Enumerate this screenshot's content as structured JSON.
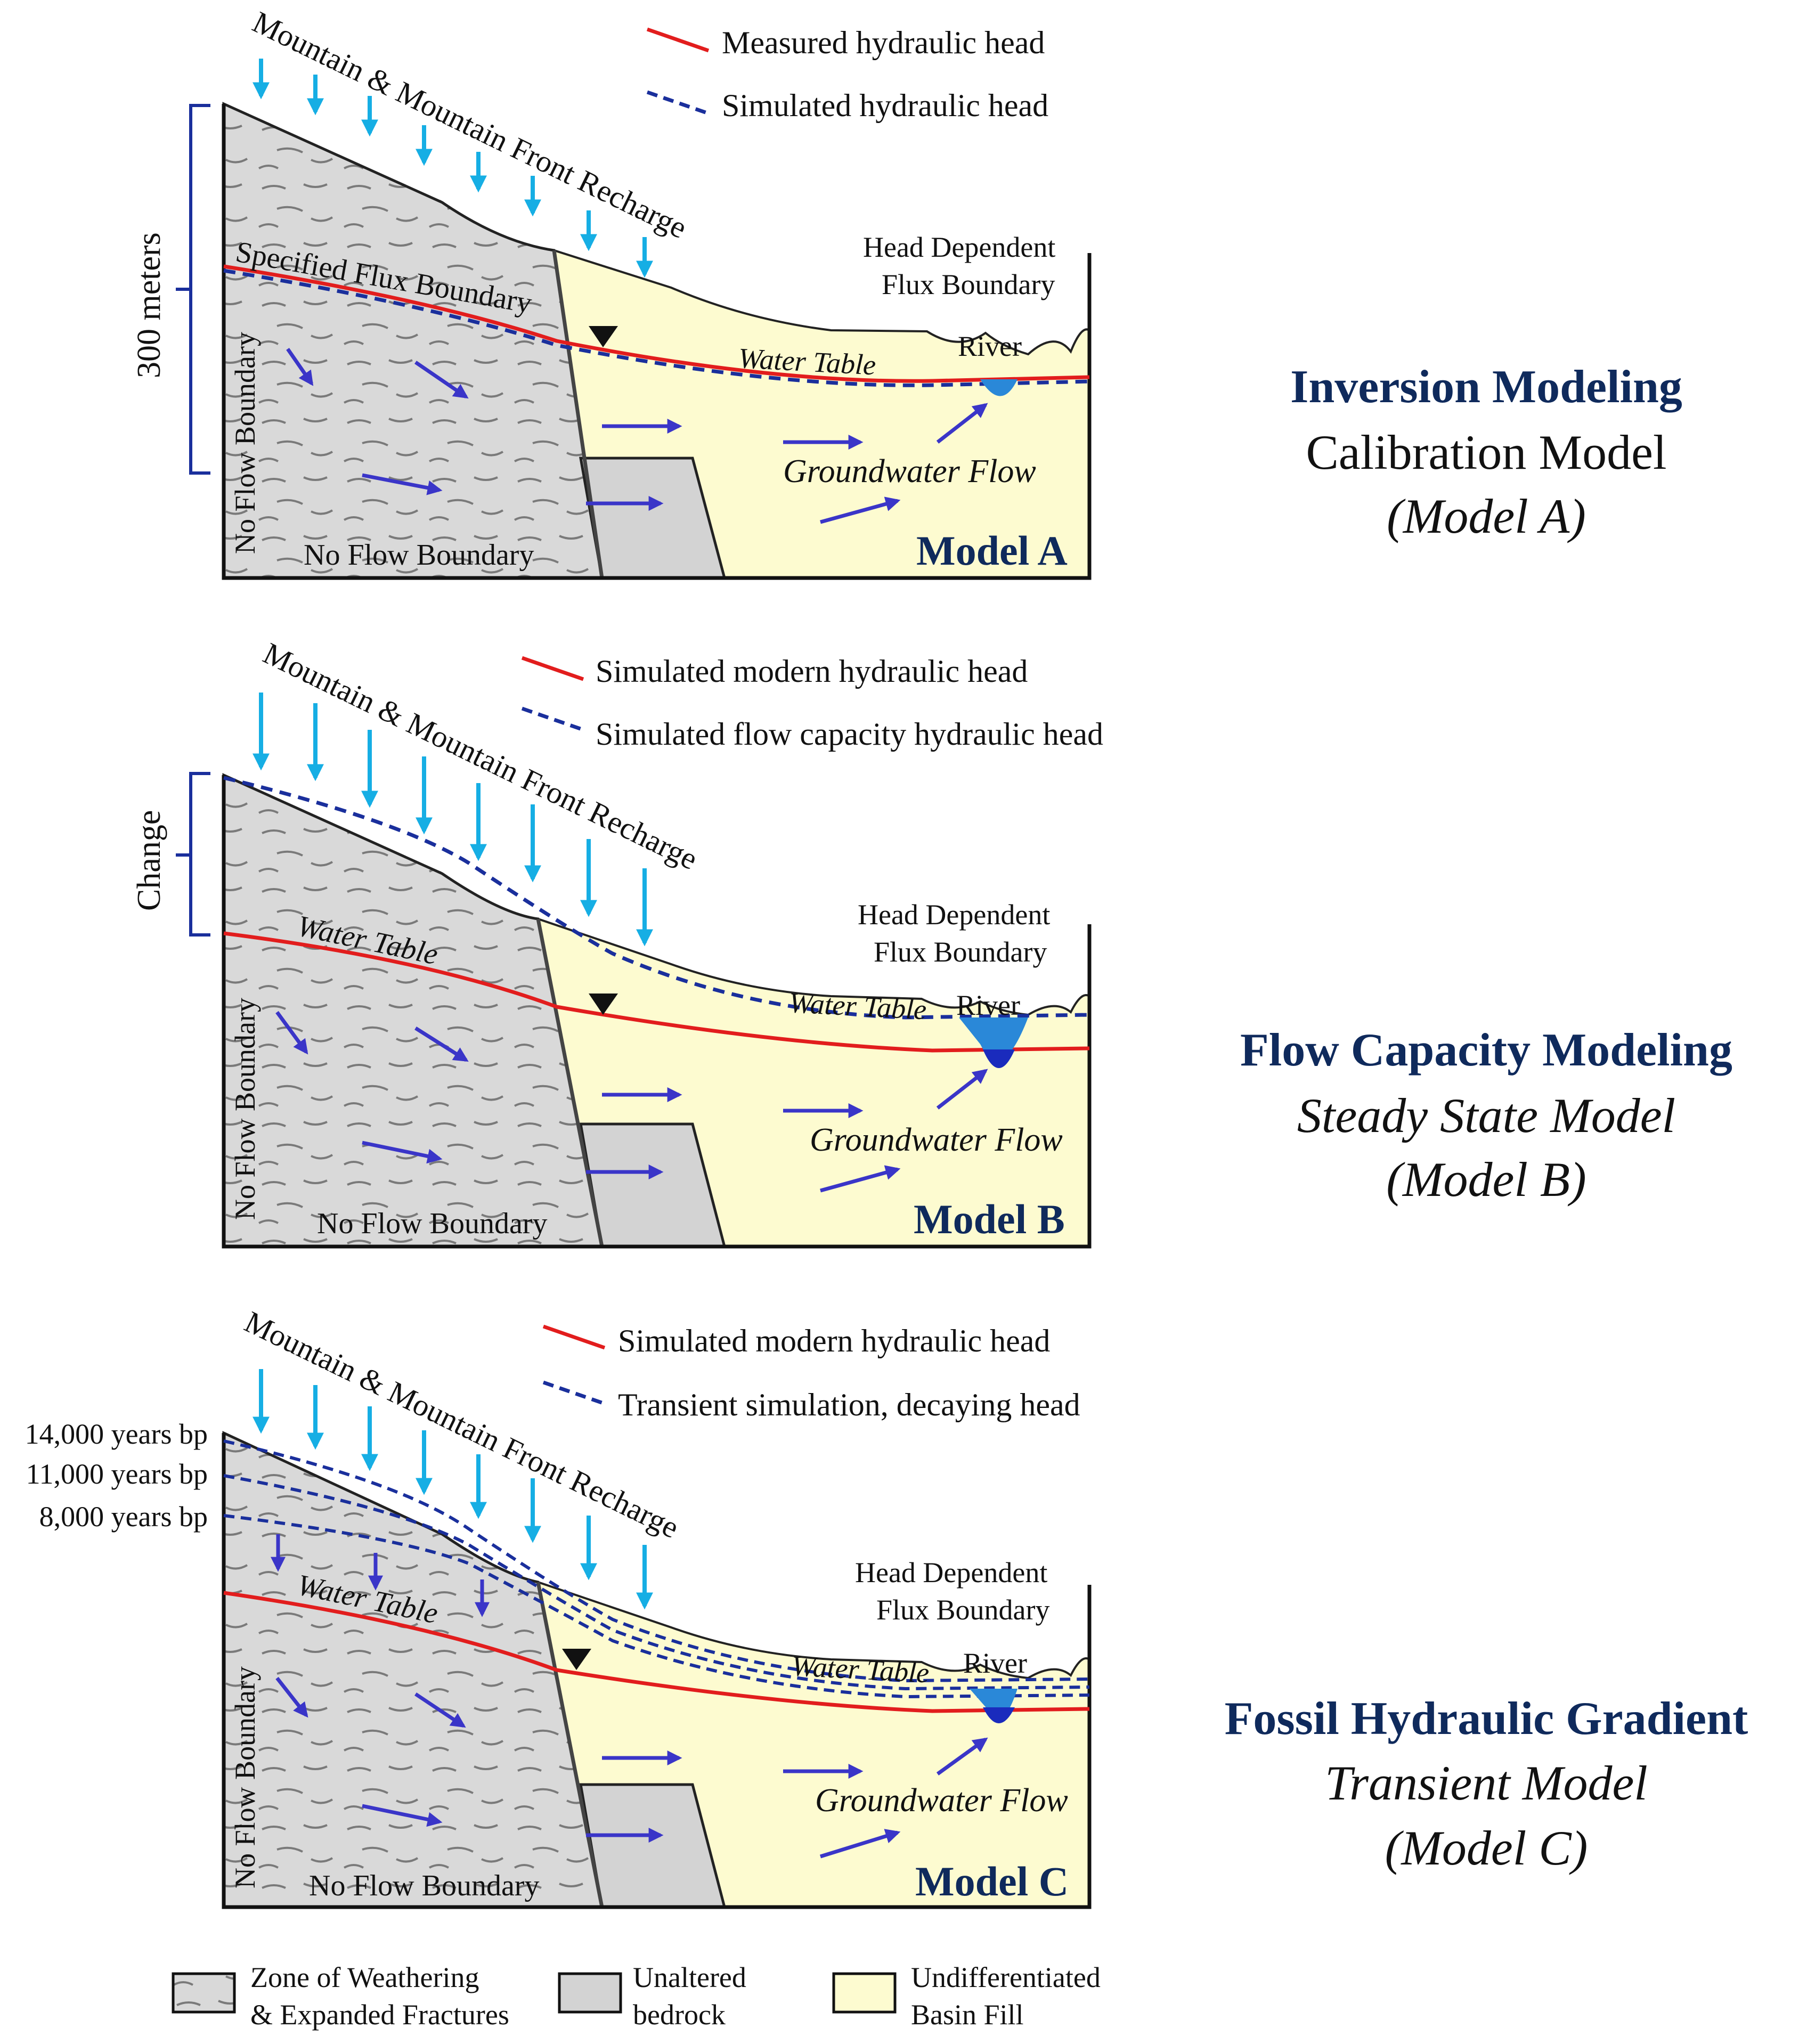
{
  "colors": {
    "weathered": "#d9d9d9",
    "bedrock": "#d3d3d3",
    "basin_fill": "#fdfbd0",
    "measured_line": "#e21d1d",
    "simulated_line": "#1a2f9c",
    "recharge_arrow": "#16aee4",
    "flow_arrow": "#3a35c8",
    "river": "#2a88d8",
    "title_navy": "#0f2a5c"
  },
  "panels": [
    {
      "legend": [
        "Measured hydraulic head",
        "Simulated hydraulic head"
      ],
      "recharge": "Mountain & Mountain Front Recharge",
      "scale_label": "300 meters",
      "specified_flux": "Specified Flux Boundary",
      "head_dependent": [
        "Head Dependent",
        "Flux Boundary"
      ],
      "water_table": "Water Table",
      "river": "River",
      "groundwater_flow": "Groundwater Flow",
      "no_flow_left": "No Flow Boundary",
      "no_flow_bottom": "No Flow Boundary",
      "model_label": "Model A",
      "heading": {
        "title": "Inversion Modeling",
        "line2": "Calibration Model",
        "line3": "(Model A)"
      }
    },
    {
      "legend": [
        "Simulated modern hydraulic head",
        "Simulated flow capacity hydraulic head"
      ],
      "recharge": "Mountain & Mountain Front Recharge",
      "scale_label": "Change",
      "head_dependent": [
        "Head Dependent",
        "Flux Boundary"
      ],
      "water_table_upper": "Water Table",
      "water_table": "Water Table",
      "river": "River",
      "groundwater_flow": "Groundwater Flow",
      "no_flow_left": "No Flow Boundary",
      "no_flow_bottom": "No Flow Boundary",
      "model_label": "Model B",
      "heading": {
        "title": "Flow Capacity Modeling",
        "line2": "Steady State Model",
        "line3": "(Model B)"
      }
    },
    {
      "legend": [
        "Simulated modern hydraulic head",
        "Transient simulation, decaying head"
      ],
      "recharge": "Mountain & Mountain Front Recharge",
      "time_labels": [
        "14,000 years bp",
        "11,000 years bp",
        "8,000 years bp"
      ],
      "head_dependent": [
        "Head Dependent",
        "Flux Boundary"
      ],
      "water_table_upper": "Water Table",
      "water_table": "Water Table",
      "river": "River",
      "groundwater_flow": "Groundwater Flow",
      "no_flow_left": "No Flow Boundary",
      "no_flow_bottom": "No Flow Boundary",
      "model_label": "Model C",
      "heading": {
        "title": "Fossil Hydraulic Gradient",
        "line2": "Transient Model",
        "line3": "(Model C)"
      }
    }
  ],
  "legend_bottom": [
    {
      "line1": "Zone of Weathering",
      "line2": "& Expanded Fractures"
    },
    {
      "line1": "Unaltered",
      "line2": "bedrock"
    },
    {
      "line1": "Undifferentiated",
      "line2": "Basin Fill"
    }
  ]
}
